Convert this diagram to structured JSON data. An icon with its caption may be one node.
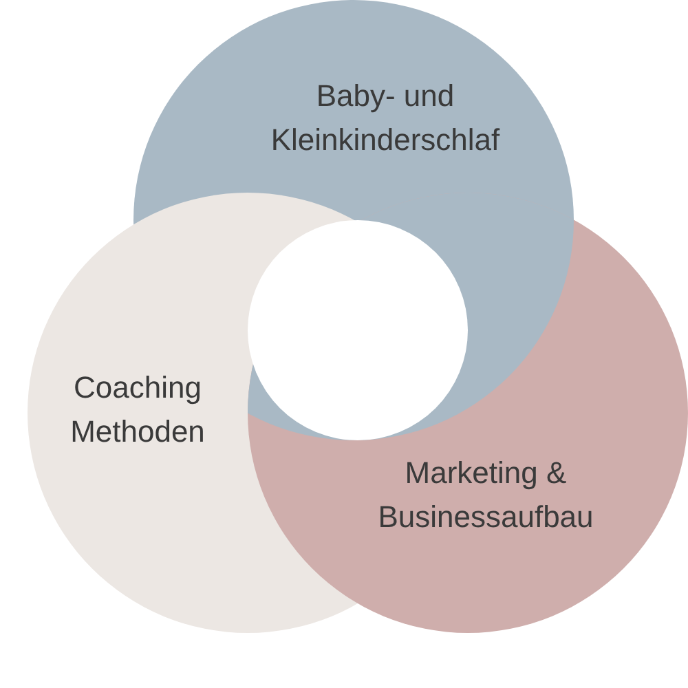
{
  "diagram": {
    "nodes": [
      {
        "text": [
          "Baby- und Kleinkinderschlaf"
        ]
      },
      {
        "text": [
          "Coaching Methoden"
        ]
      },
      {
        "text": [
          "Marketing & Businessaufbau"
        ]
      }
    ]
  }
}
